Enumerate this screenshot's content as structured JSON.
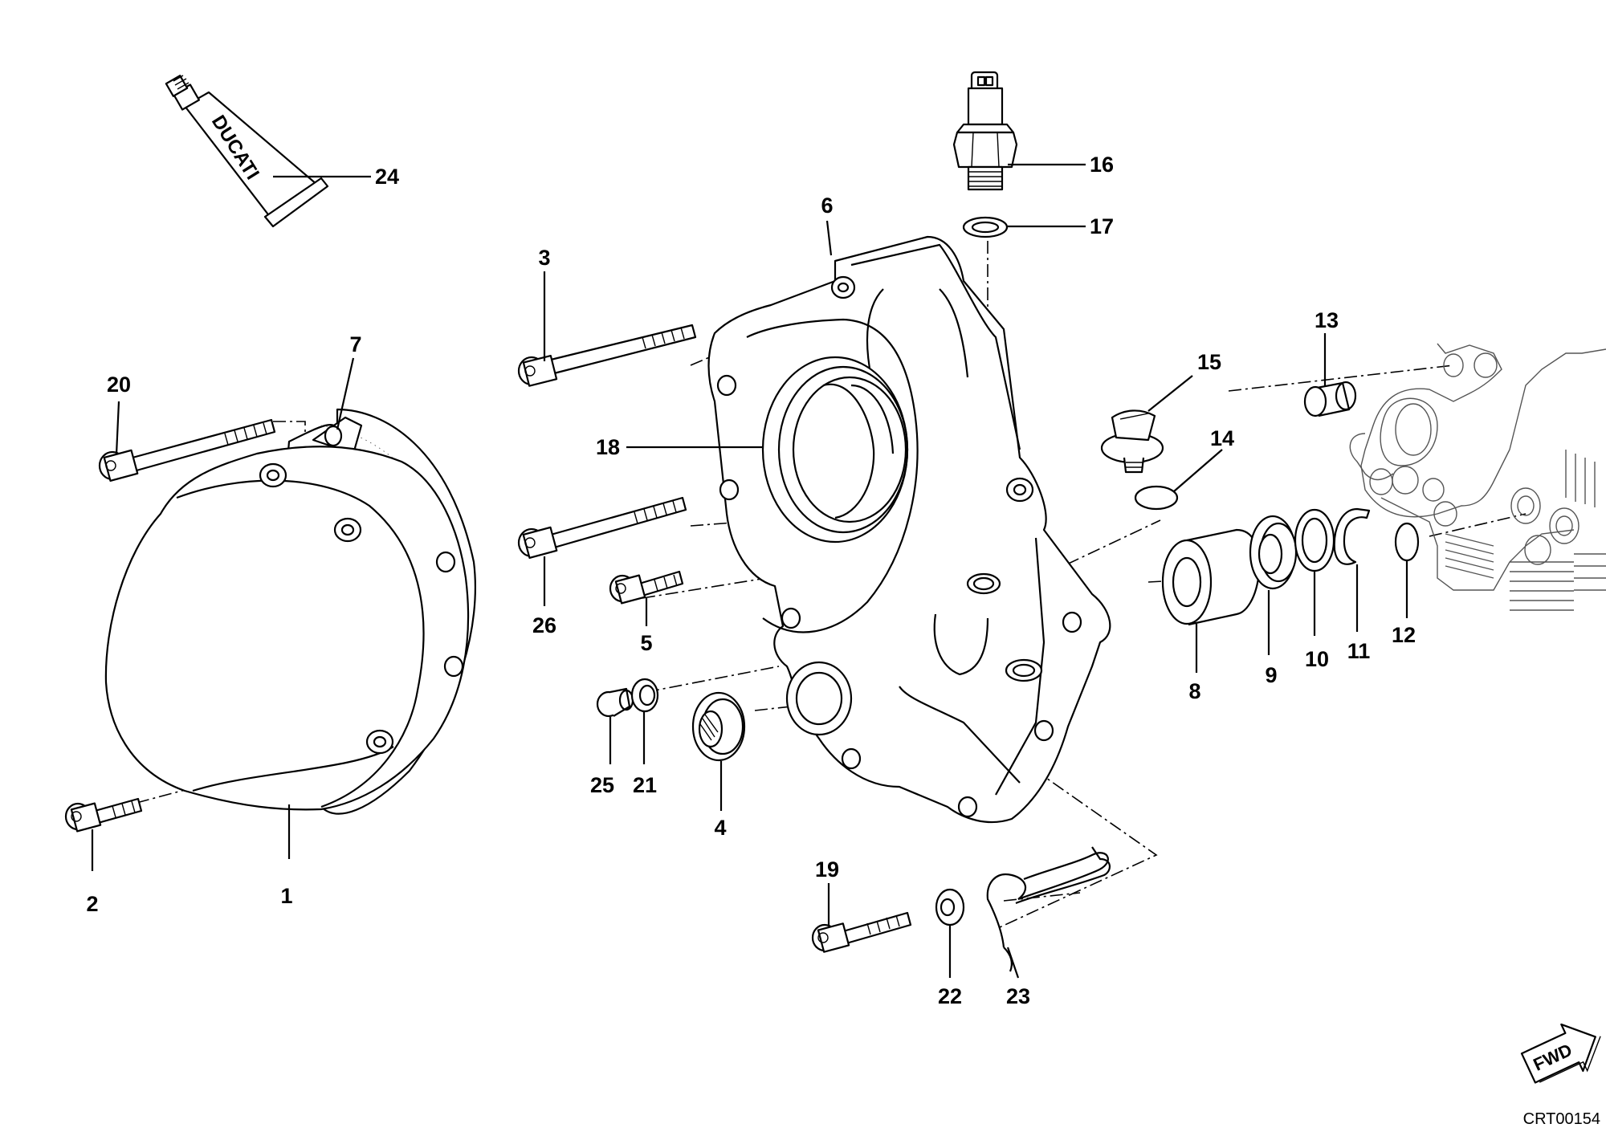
{
  "drawing_code": "CRT00154",
  "forward_marker": "FWD",
  "tube_brand": "DUCATI",
  "callouts": [
    "1",
    "2",
    "3",
    "4",
    "5",
    "6",
    "7",
    "8",
    "9",
    "10",
    "11",
    "12",
    "13",
    "14",
    "15",
    "16",
    "17",
    "18",
    "19",
    "20",
    "21",
    "22",
    "23",
    "24",
    "25",
    "26"
  ]
}
